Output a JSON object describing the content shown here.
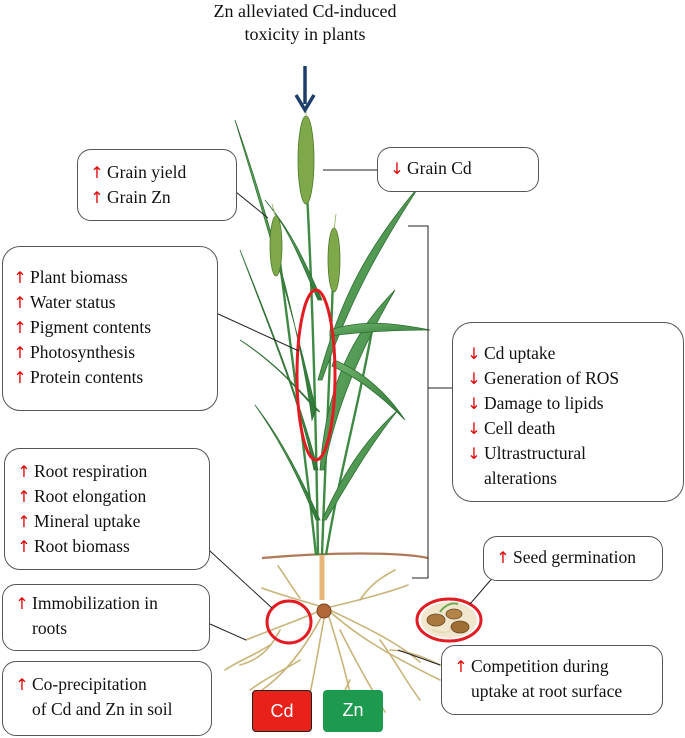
{
  "title": {
    "line1": "Zn alleviated Cd-induced",
    "line2": "toxicity in plants"
  },
  "boxes": {
    "grain": {
      "items": [
        {
          "arrow": "up",
          "text": "Grain yield"
        },
        {
          "arrow": "up",
          "text": "Grain Zn"
        }
      ]
    },
    "grain_cd": {
      "items": [
        {
          "arrow": "down",
          "text": "Grain Cd"
        }
      ]
    },
    "shoot": {
      "items": [
        {
          "arrow": "up",
          "text": "Plant biomass"
        },
        {
          "arrow": "up",
          "text": "Water status"
        },
        {
          "arrow": "up",
          "text": "Pigment contents"
        },
        {
          "arrow": "up",
          "text": "Photosynthesis"
        },
        {
          "arrow": "up",
          "text": "Protein contents"
        }
      ]
    },
    "stress": {
      "items": [
        {
          "arrow": "down",
          "text": "Cd uptake"
        },
        {
          "arrow": "down",
          "text": "Generation of ROS"
        },
        {
          "arrow": "down",
          "text": "Damage to lipids"
        },
        {
          "arrow": "down",
          "text": "Cell death"
        },
        {
          "arrow": "down",
          "text": "Ultrastructural"
        }
      ],
      "continuation": "alterations"
    },
    "root": {
      "items": [
        {
          "arrow": "up",
          "text": "Root respiration"
        },
        {
          "arrow": "up",
          "text": "Root elongation"
        },
        {
          "arrow": "up",
          "text": "Mineral uptake"
        },
        {
          "arrow": "up",
          "text": "Root biomass"
        }
      ]
    },
    "seed": {
      "items": [
        {
          "arrow": "up",
          "text": "Seed germination"
        }
      ]
    },
    "immob": {
      "items": [
        {
          "arrow": "up",
          "text": "Immobilization in"
        }
      ],
      "continuation": "roots"
    },
    "coprecip": {
      "items": [
        {
          "arrow": "up",
          "text": "Co-precipitation"
        }
      ],
      "continuation": "of Cd and Zn in soil"
    },
    "competition": {
      "items": [
        {
          "arrow": "up",
          "text": "Competition during"
        }
      ],
      "continuation": "uptake at root surface"
    }
  },
  "arrows": {
    "up": "↑",
    "down": "↓"
  },
  "legend": {
    "cd": {
      "label": "Cd",
      "color": "#e8211b"
    },
    "zn": {
      "label": "Zn",
      "color": "#1e9a4e"
    }
  },
  "colors": {
    "arrow": "#e00000",
    "highlight": "#e31b23",
    "title_arrow": "#1f3d6b",
    "leaf": "#4e9a4c",
    "root": "#c8b47a",
    "soil": "#b07a58"
  }
}
